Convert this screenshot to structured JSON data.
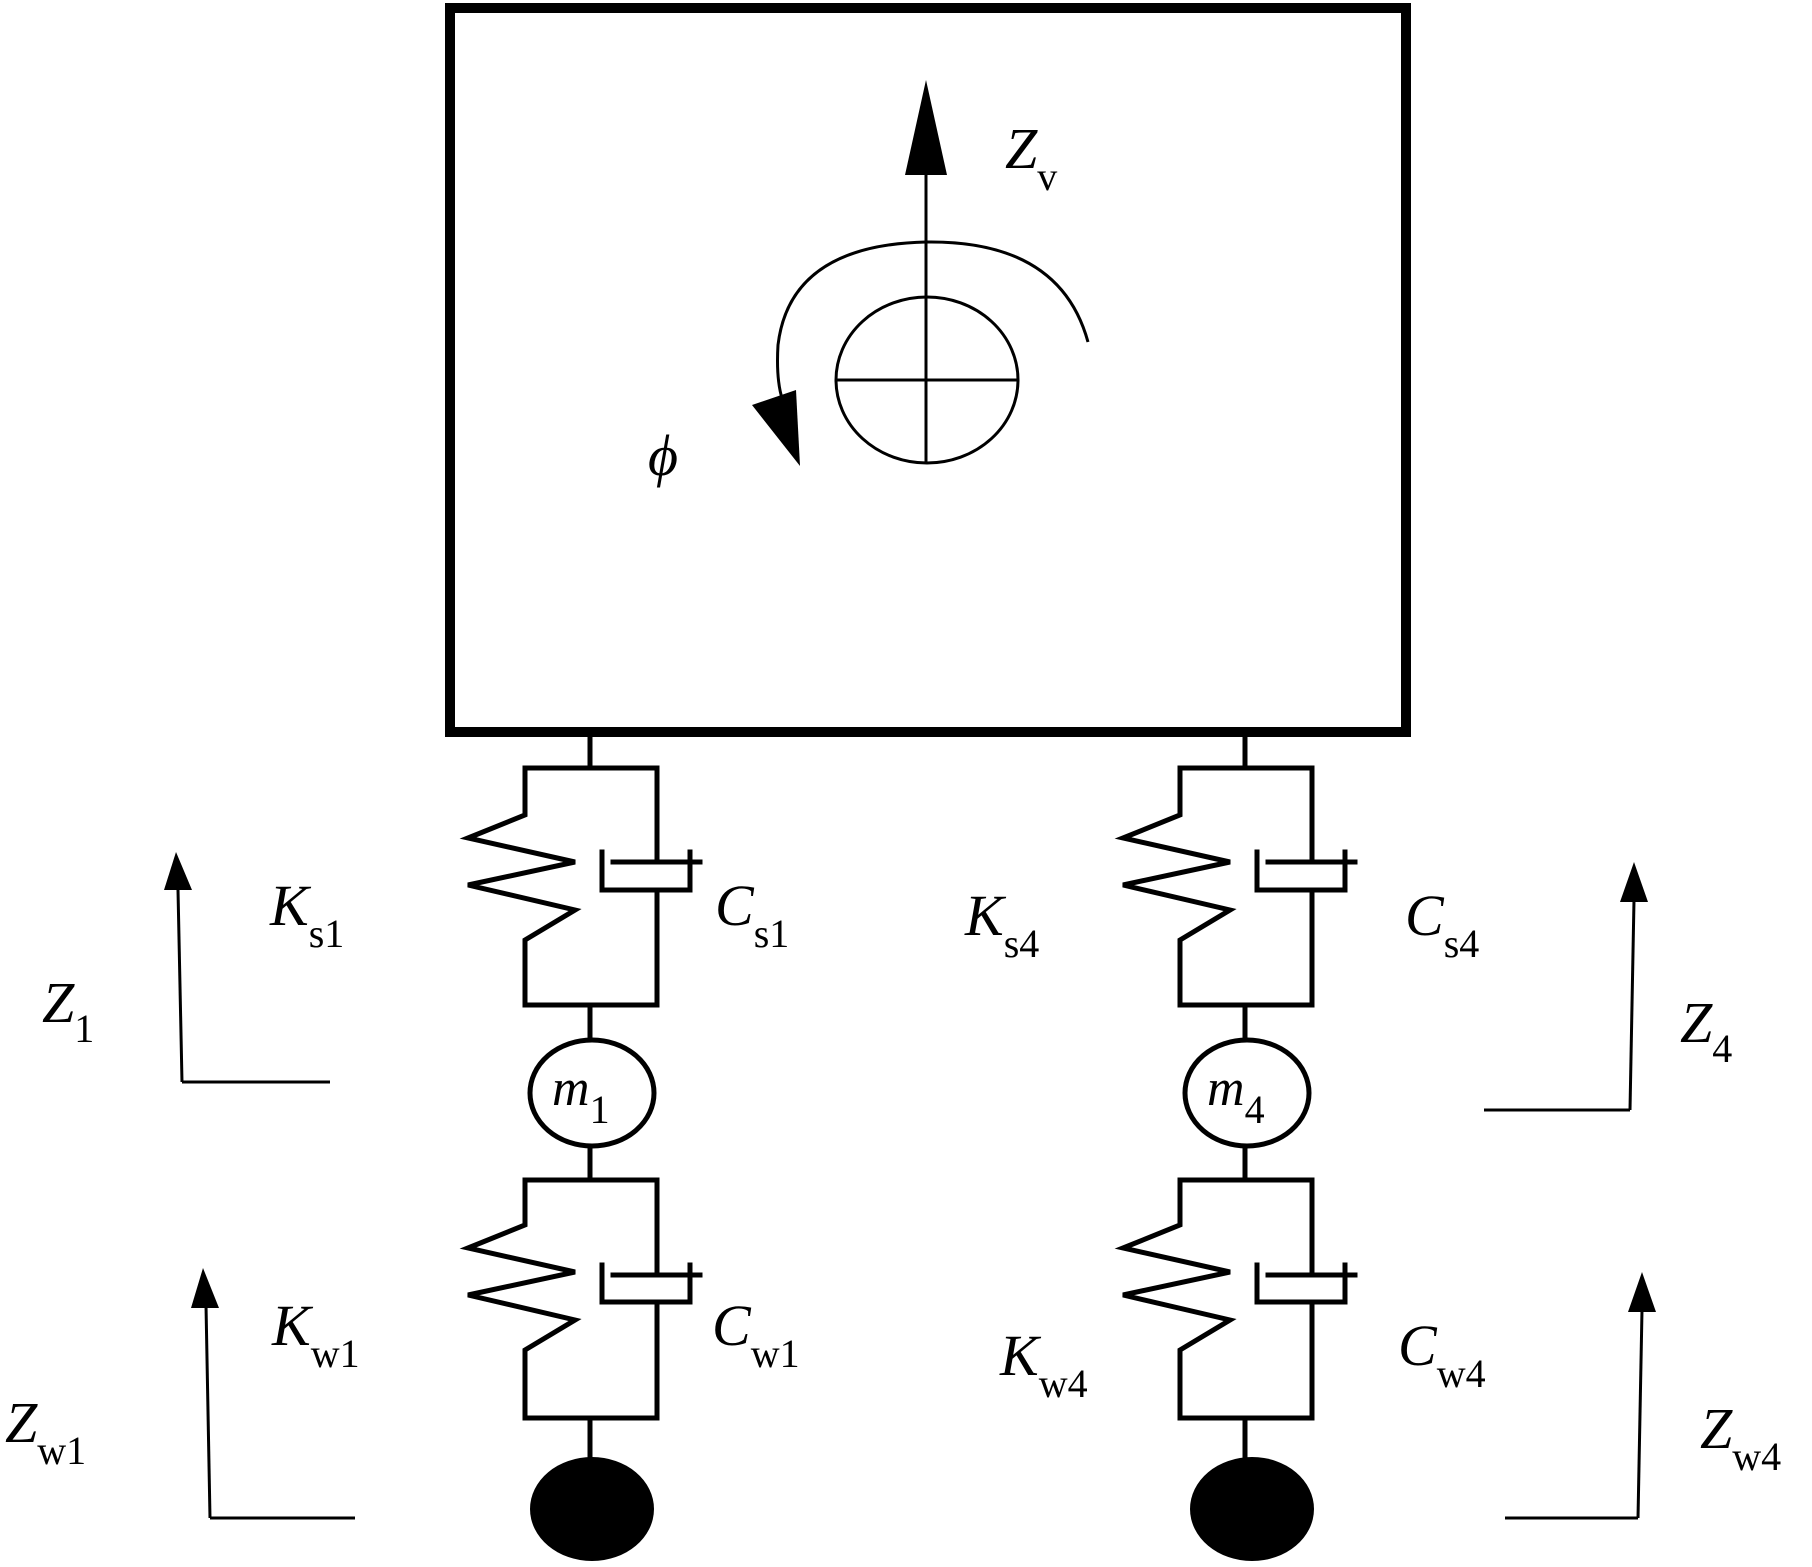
{
  "body": {
    "vertical_label": {
      "main": "Z",
      "sub": "v"
    },
    "rotation_label": "ϕ"
  },
  "left_corner": {
    "suspension_spring": {
      "main": "K",
      "sub": "s1"
    },
    "suspension_damper": {
      "main": "C",
      "sub": "s1"
    },
    "unsprung_mass": {
      "main": "m",
      "sub": "1"
    },
    "unsprung_displacement": {
      "main": "Z",
      "sub": "1"
    },
    "tire_spring": {
      "main": "K",
      "sub": "w1"
    },
    "tire_damper": {
      "main": "C",
      "sub": "w1"
    },
    "road_input": {
      "main": "Z",
      "sub": "w1"
    }
  },
  "right_corner": {
    "suspension_spring": {
      "main": "K",
      "sub": "s4"
    },
    "suspension_damper": {
      "main": "C",
      "sub": "s4"
    },
    "unsprung_mass": {
      "main": "m",
      "sub": "4"
    },
    "unsprung_displacement": {
      "main": "Z",
      "sub": "4"
    },
    "tire_spring": {
      "main": "K",
      "sub": "w4"
    },
    "tire_damper": {
      "main": "C",
      "sub": "w4"
    },
    "road_input": {
      "main": "Z",
      "sub": "w4"
    }
  }
}
